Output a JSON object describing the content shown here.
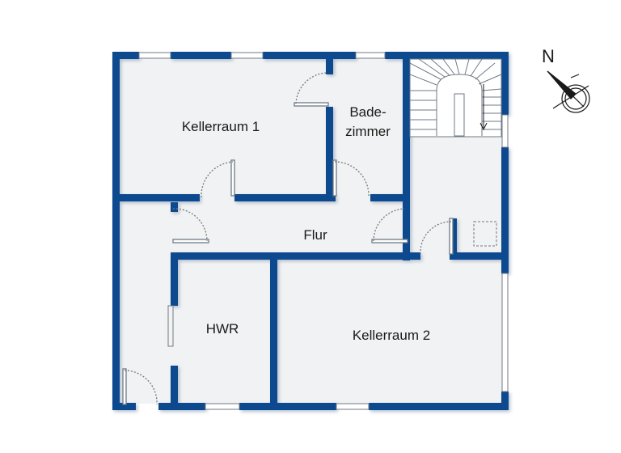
{
  "floorplan": {
    "colors": {
      "wall": "#0e4a8e",
      "wall_shadow": "#7a8ea8",
      "floor": "#f1f2f3",
      "window": "#ffffff",
      "door_line": "#6f7a86"
    },
    "rooms": {
      "kellerraum1": "Kellerraum 1",
      "badezimmer_line1": "Bade-",
      "badezimmer_line2": "zimmer",
      "flur": "Flur",
      "hwr": "HWR",
      "kellerraum2": "Kellerraum 2"
    },
    "compass": {
      "label": "N",
      "icon": "north-arrow-icon"
    }
  }
}
